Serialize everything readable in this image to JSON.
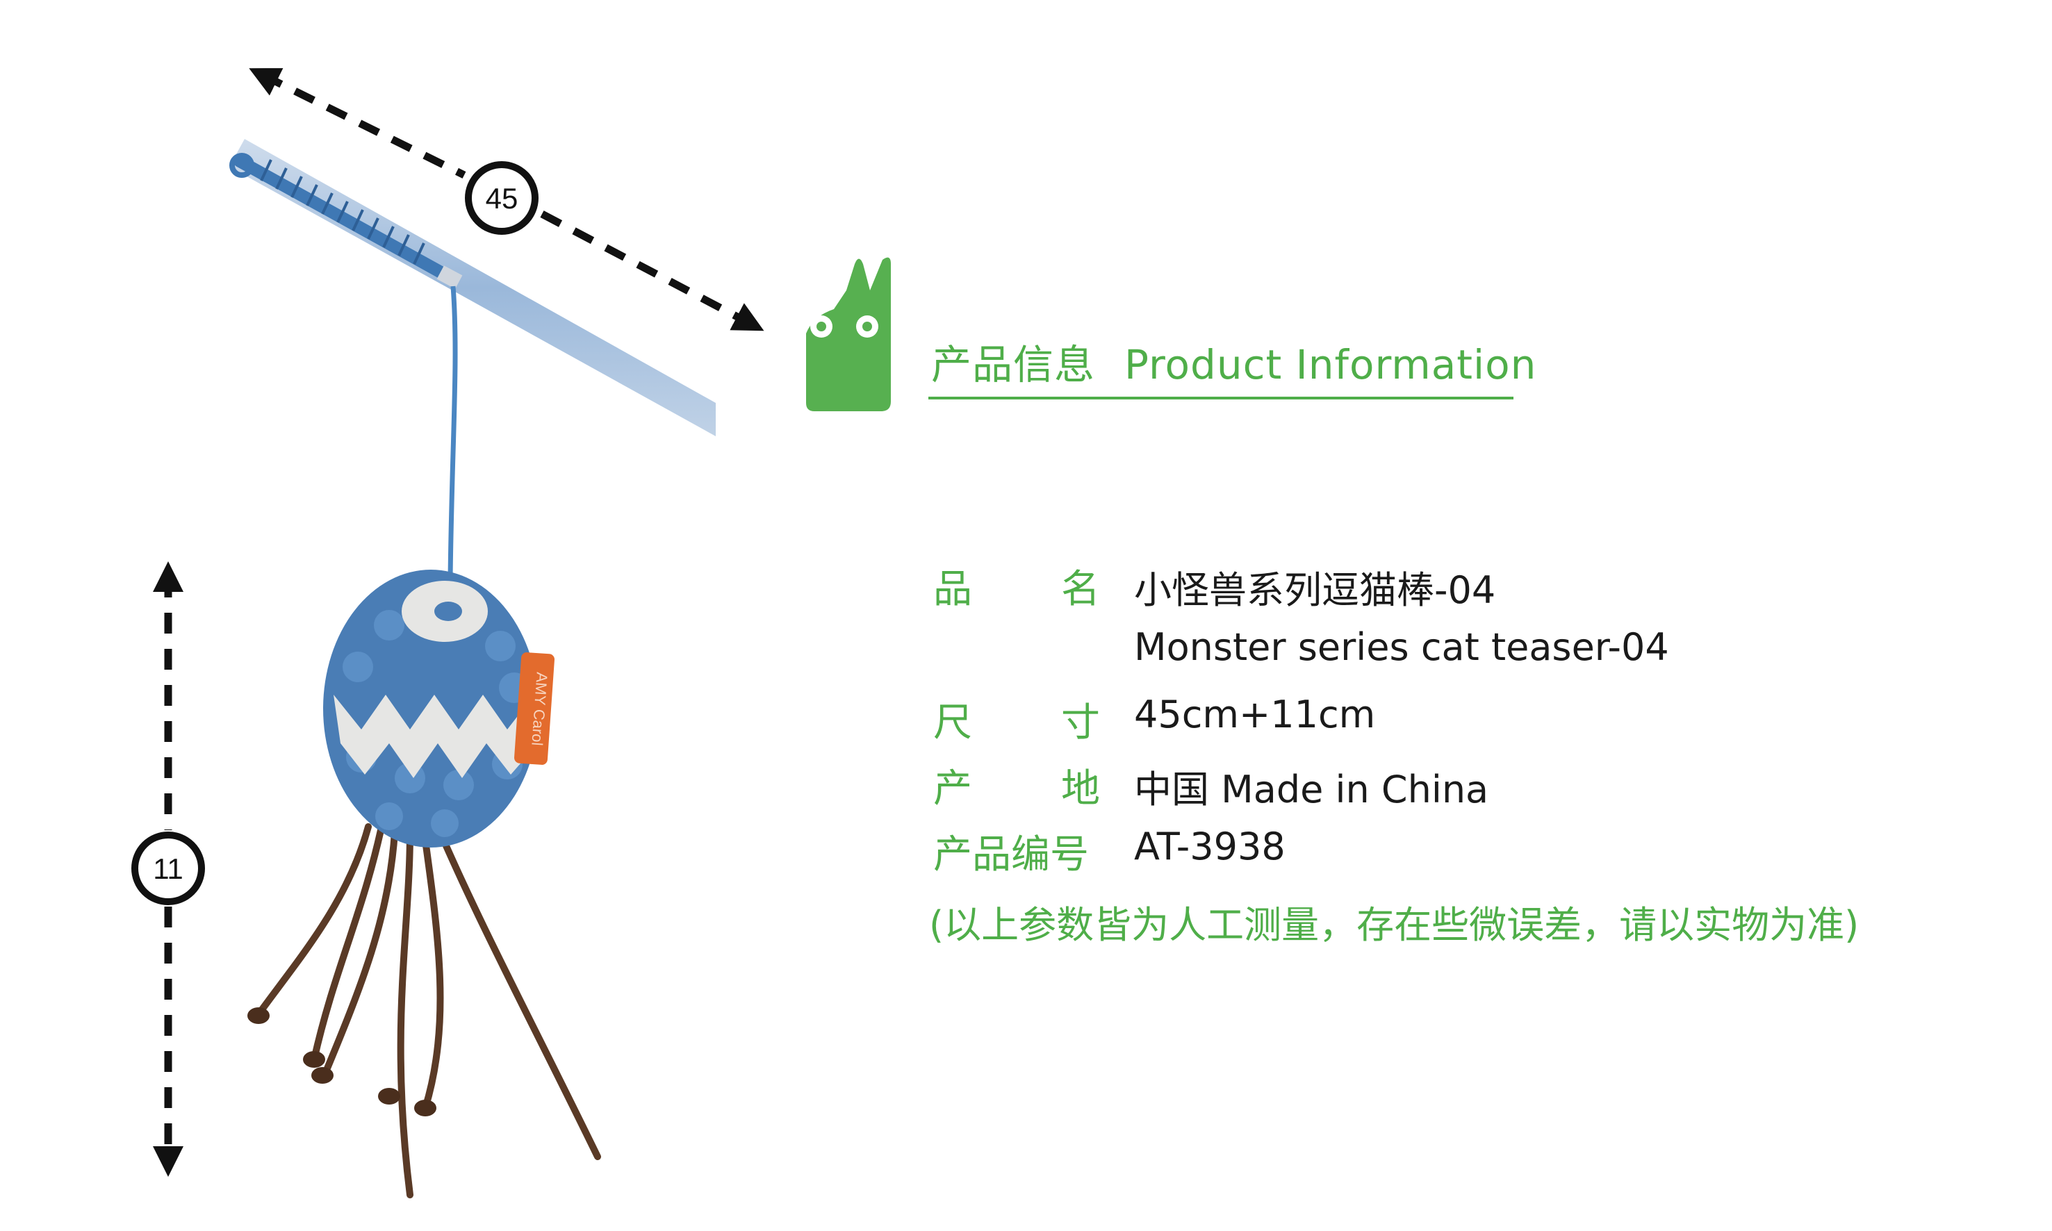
{
  "measurements": {
    "length_label": "45",
    "height_label": "11"
  },
  "product_tag_text": "AMY Carol",
  "section_heading": {
    "zh": "产品信息",
    "en": "Product Information"
  },
  "specs": [
    {
      "label": "品名",
      "value": "小怪兽系列逗猫棒-04"
    },
    {
      "label": "",
      "value": "Monster series cat teaser-04"
    },
    {
      "label": "尺寸",
      "value": "45cm+11cm"
    },
    {
      "label": "产地",
      "value": "中国 Made in China"
    },
    {
      "label": "产品编号",
      "value": "AT-3938"
    }
  ],
  "note": "(以上参数皆为人工测量，存在些微误差，请以实物为准)",
  "colors": {
    "brand_green": "#4fae49",
    "toy_blue": "#4a7db5",
    "toy_white": "#e6e6e4",
    "tentacle_brown": "#5a3a26",
    "tag_orange": "#e36b2d",
    "text_dark": "#1a1a1a"
  }
}
